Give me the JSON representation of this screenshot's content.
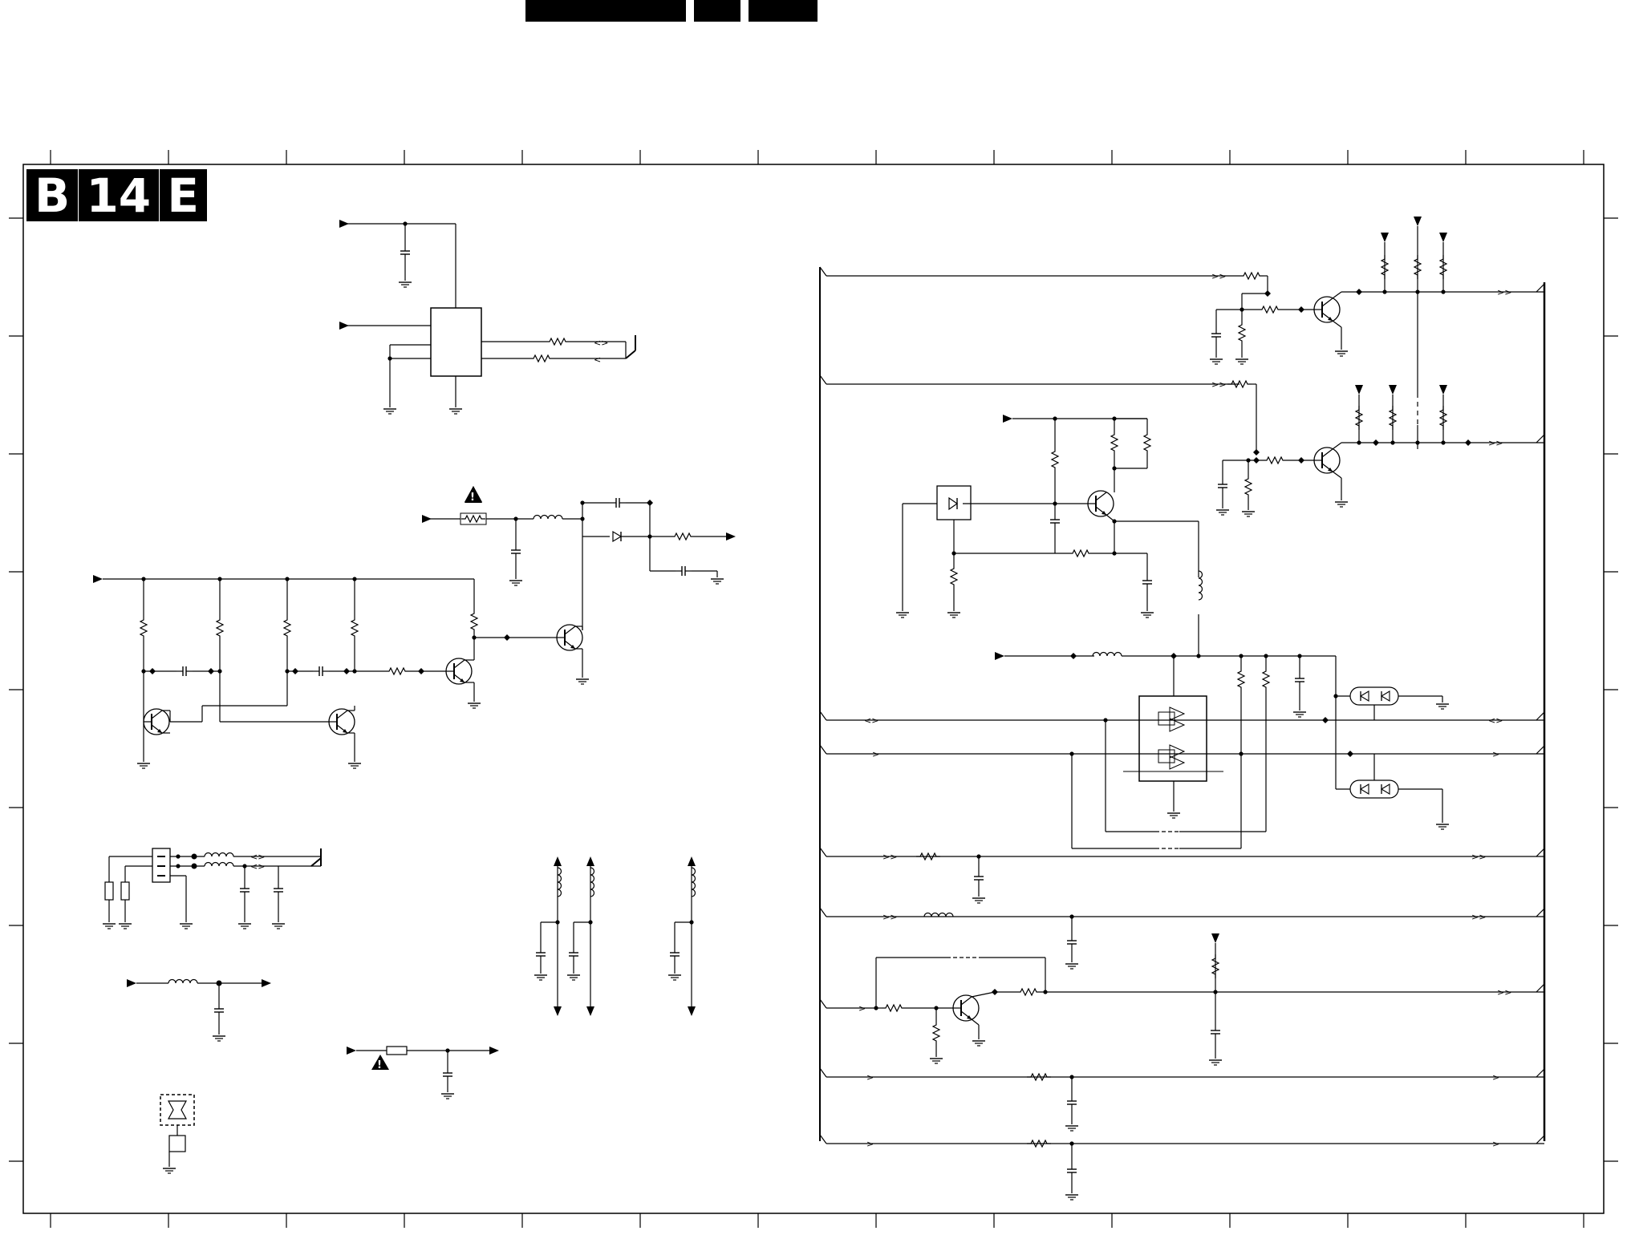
{
  "sheet": {
    "title_parts": [
      "B",
      "14",
      "E"
    ]
  },
  "colors": {
    "line": "#000000",
    "background": "#ffffff"
  },
  "icons": [
    "warning-triangle-icon"
  ]
}
